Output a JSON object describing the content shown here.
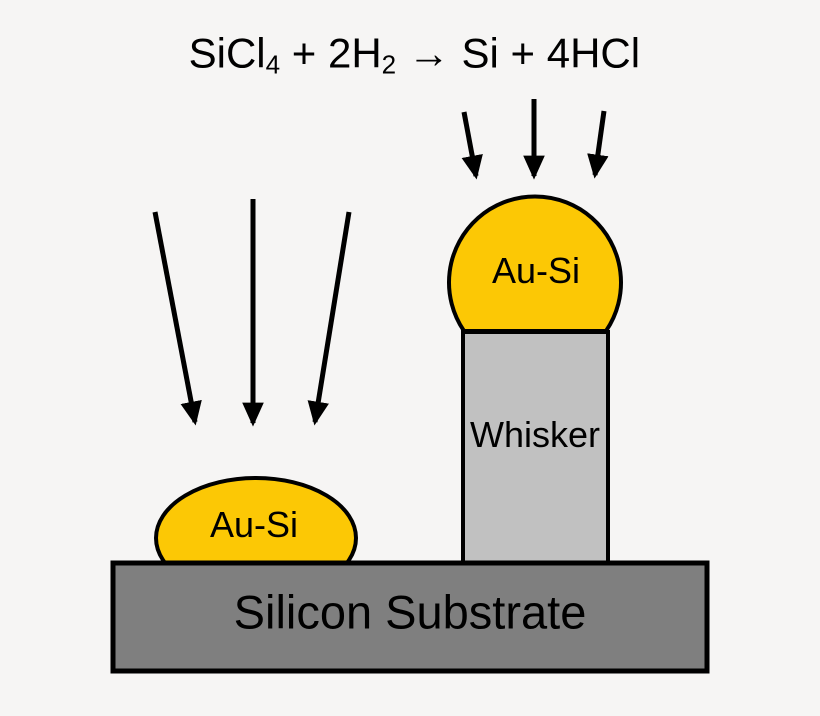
{
  "colors": {
    "background": "#F6F5F4",
    "gold": "#FCC805",
    "whisker_gray": "#C1C1C1",
    "substrate_gray": "#7F7F7F",
    "outline": "#000000",
    "text": "#000000"
  },
  "equation": {
    "p1": "SiCl",
    "s1": "4",
    "p2": " + 2H",
    "s2": "2",
    "p3": " → Si + 4HCl"
  },
  "labels": {
    "droplet_on_whisker": "Au-Si",
    "whisker": "Whisker",
    "droplet_on_substrate": "Au-Si",
    "substrate": "Silicon Substrate"
  },
  "icons": {
    "arrow": "down-arrow-icon"
  }
}
